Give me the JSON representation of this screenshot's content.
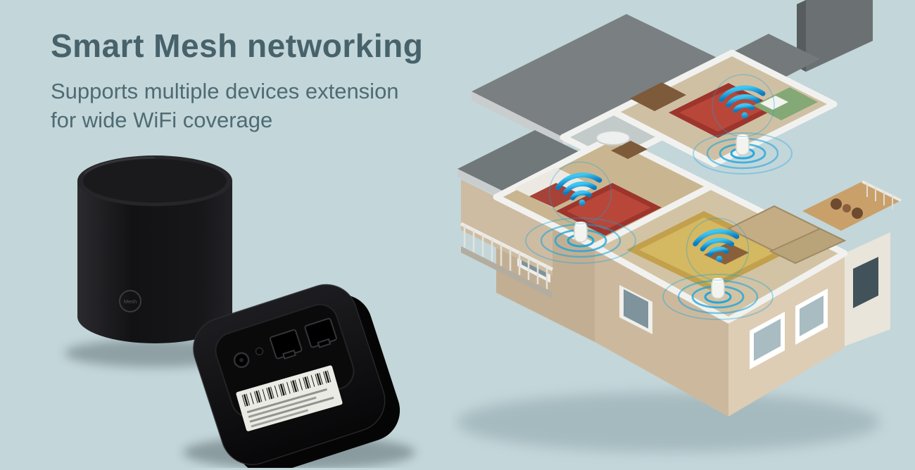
{
  "colors": {
    "bg": "#c3d6da",
    "title": "#47626a",
    "subtitle": "#4e6b73",
    "wifi": "#14a3dd"
  },
  "header": {
    "title": "Smart Mesh networking",
    "subtitle_line1": "Supports multiple devices extension",
    "subtitle_line2": "for wide WiFi coverage"
  },
  "devices": {
    "front_device": {
      "logo_text": "Mesh"
    },
    "rear_device": {
      "ports": [
        "power-port",
        "lan-port",
        "wan-port"
      ],
      "label": "barcode-sticker"
    }
  },
  "illustration": {
    "name": "house-cutaway-wifi-coverage",
    "wifi_node_count": 3,
    "rooms": [
      "bedroom-left",
      "bedroom-top",
      "living-room",
      "bathroom"
    ]
  }
}
